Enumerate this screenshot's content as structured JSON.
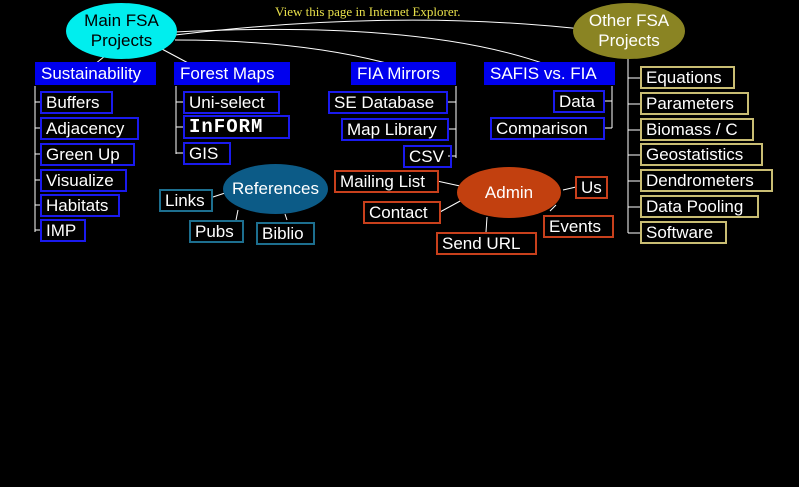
{
  "notice": "View this page in Internet Explorer.",
  "hubs": {
    "main": "Main FSA Projects",
    "other": "Other FSA Projects",
    "references": "References",
    "admin": "Admin"
  },
  "sustainability": {
    "header": "Sustainability",
    "items": [
      "Buffers",
      "Adjacency",
      "Green Up",
      "Visualize",
      "Habitats",
      "IMP"
    ]
  },
  "forest_maps": {
    "header": "Forest Maps",
    "items": [
      "Uni-select",
      "InFORM",
      "GIS"
    ]
  },
  "fia_mirrors": {
    "header": "FIA Mirrors",
    "items": [
      "SE Database",
      "Map Library",
      "CSV"
    ]
  },
  "safis": {
    "header": "SAFIS vs. FIA",
    "items": [
      "Data",
      "Comparison"
    ]
  },
  "references": {
    "items": [
      "Links",
      "Pubs",
      "Biblio"
    ]
  },
  "admin": {
    "items": [
      "Mailing List",
      "Contact",
      "Send URL",
      "Events",
      "Us"
    ]
  },
  "other": {
    "items": [
      "Equations",
      "Parameters",
      "Biomass / C",
      "Geostatistics",
      "Dendrometers",
      "Data Pooling",
      "Software"
    ]
  },
  "colors": {
    "main_hub": "#00eeee",
    "other_hub": "#8a8423",
    "references_hub": "#0c5b87",
    "admin_hub": "#c2400f",
    "header_fill": "#0000ee",
    "notice": "#e8e04a"
  }
}
